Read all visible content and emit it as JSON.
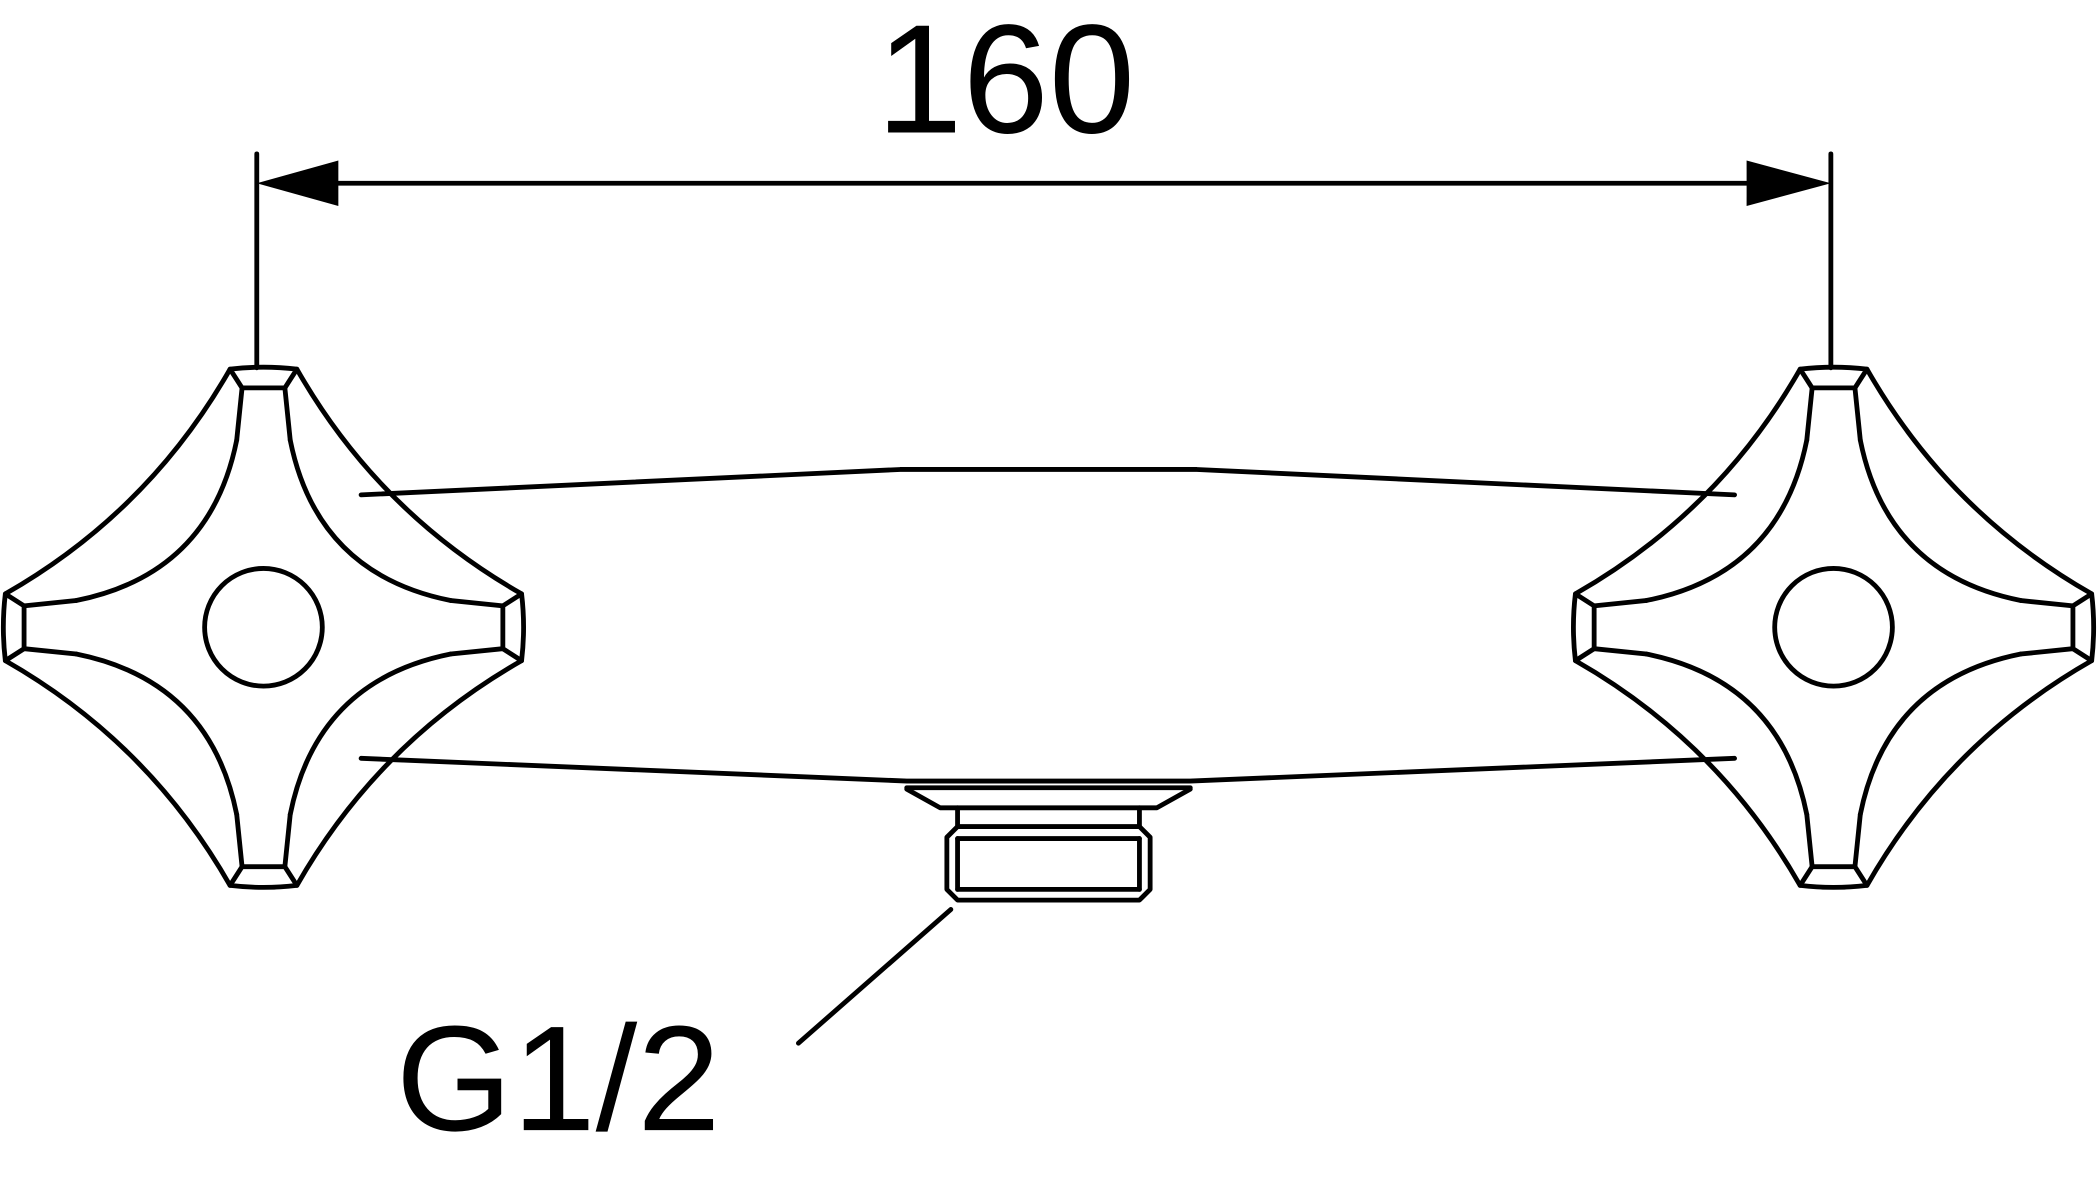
{
  "drawing": {
    "dimension_label": "160",
    "thread_label": "G1/2",
    "components": [
      "left-cross-handle",
      "right-cross-handle",
      "valve-body",
      "inlet-connector"
    ]
  }
}
